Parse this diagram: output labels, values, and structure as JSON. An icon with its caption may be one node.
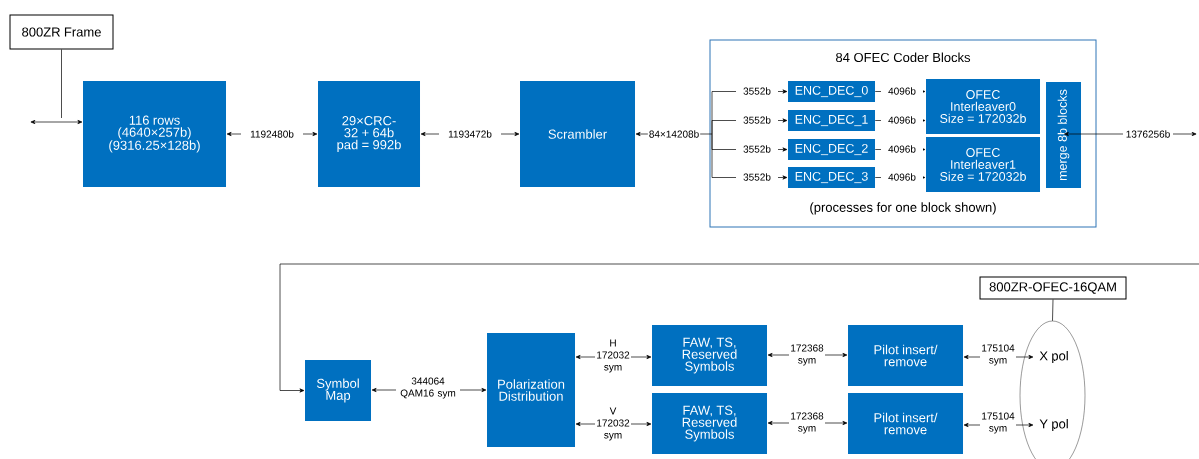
{
  "diagram": {
    "nodes": [
      {
        "text": [
          "800ZR Frame"
        ]
      },
      {
        "text": [
          "116 rows (4640×257b) (9316.25×128b)"
        ]
      },
      {
        "text": [
          "29×CRC-32 + 64b pad = 992b"
        ]
      },
      {
        "text": [
          "Scrambler"
        ]
      },
      {
        "text": [
          "84 OFEC Coder Blocks",
          "(processes for one block shown)"
        ]
      },
      {
        "text": [
          "ENC_DEC_0"
        ],
        "in": 4
      },
      {
        "text": [
          "ENC_DEC_1"
        ],
        "in": 4
      },
      {
        "text": [
          "ENC_DEC_2"
        ],
        "in": 4
      },
      {
        "text": [
          "ENC_DEC_3"
        ],
        "in": 4
      },
      {
        "text": [
          "OFEC Interleaver0 Size = 172032b"
        ],
        "in": 4
      },
      {
        "text": [
          "OFEC Interleaver1 Size = 172032b"
        ],
        "in": 4
      },
      {
        "text": [
          "merge 8b blocks"
        ],
        "in": 4
      },
      {
        "text": [
          "Symbol Map"
        ]
      },
      {
        "text": [
          "Polarization Distribution"
        ]
      },
      {
        "text": [
          "FAW, TS, Reserved Symbols"
        ]
      },
      {
        "text": [
          "FAW, TS, Reserved Symbols"
        ]
      },
      {
        "text": [
          "Pilot insert/ remove"
        ]
      },
      {
        "text": [
          "Pilot insert/ remove"
        ]
      },
      {
        "text": [],
        "shape": "ellipse"
      },
      {
        "text": [
          "X pol"
        ],
        "in": 18
      },
      {
        "text": [
          "Y pol"
        ],
        "in": 18
      },
      {
        "text": [
          "800ZR-OFEC-16QAM"
        ]
      }
    ],
    "edges": [
      {
        "from": null,
        "to": 1,
        "arrow": "both"
      },
      {
        "from": 0,
        "to": null,
        "arrow": "none"
      },
      {
        "from": 1,
        "to": 2,
        "arrow": "both",
        "label": "1192480b"
      },
      {
        "from": 2,
        "to": 3,
        "arrow": "both",
        "label": "1193472b"
      },
      {
        "from": 3,
        "to": 5,
        "arrow": "both",
        "label": "3552b"
      },
      {
        "from": 3,
        "to": 6,
        "arrow": "both",
        "label": "3552b"
      },
      {
        "from": 3,
        "to": 7,
        "arrow": "both",
        "label": "3552b"
      },
      {
        "from": 3,
        "to": 8,
        "arrow": "both",
        "label": "3552b"
      },
      {
        "from": 5,
        "to": 9,
        "arrow": "to",
        "label": "4096b"
      },
      {
        "from": 6,
        "to": 9,
        "arrow": "to",
        "label": "4096b"
      },
      {
        "from": 7,
        "to": 10,
        "arrow": "to",
        "label": "4096b"
      },
      {
        "from": 8,
        "to": 10,
        "arrow": "to",
        "label": "4096b"
      },
      {
        "from": 11,
        "to": null,
        "arrow": "both",
        "label": "1376256b"
      },
      {
        "from": null,
        "to": 12,
        "arrow": "to"
      },
      {
        "from": 12,
        "to": 13,
        "arrow": "both",
        "label": "344064 QAM16 sym"
      },
      {
        "from": 13,
        "to": 14,
        "arrow": "both",
        "label": "H 172032 sym"
      },
      {
        "from": 13,
        "to": 15,
        "arrow": "both",
        "label": "V 172032 sym"
      },
      {
        "from": 14,
        "to": 16,
        "arrow": "both",
        "label": "172368 sym"
      },
      {
        "from": 15,
        "to": 17,
        "arrow": "both",
        "label": "172368 sym"
      },
      {
        "from": 16,
        "to": 19,
        "arrow": "both",
        "label": "175104 sym"
      },
      {
        "from": 17,
        "to": 20,
        "arrow": "both",
        "label": "175104 sym"
      },
      {
        "from": 21,
        "to": 18,
        "arrow": "none"
      }
    ],
    "labels": [
      "84×14208b"
    ]
  }
}
